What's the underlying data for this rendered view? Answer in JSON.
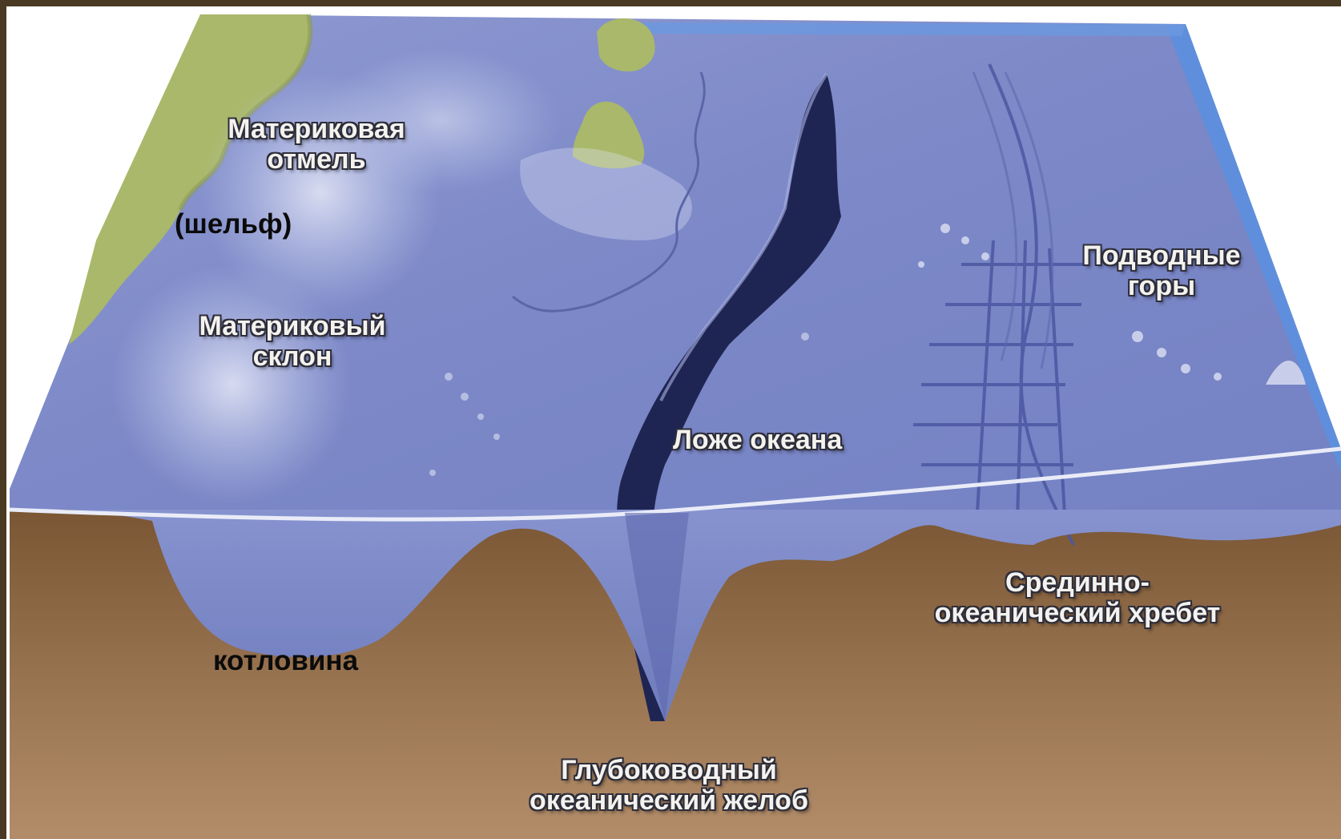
{
  "diagram": {
    "labels": {
      "shelf_line1": "Материковая",
      "shelf_line2": "отмель",
      "shelf_paren": "(шельф)",
      "slope_line1": "Материковый",
      "slope_line2": "склон",
      "floor": "Ложе океана",
      "seamounts_line1": "Подводные",
      "seamounts_line2": "горы",
      "ridge_line1": "Срединно-",
      "ridge_line2": "океанический хребет",
      "basin": "котловина",
      "trench_line1": "Глубоководный",
      "trench_line2": "океанический желоб"
    },
    "colors": {
      "ocean_surface": "#7f8ccb",
      "ocean_edge": "#5f8fdc",
      "land": "#a9b86a",
      "earth": "#8a6540",
      "trench": "#1f2552",
      "frame": "#4a3a24"
    }
  }
}
